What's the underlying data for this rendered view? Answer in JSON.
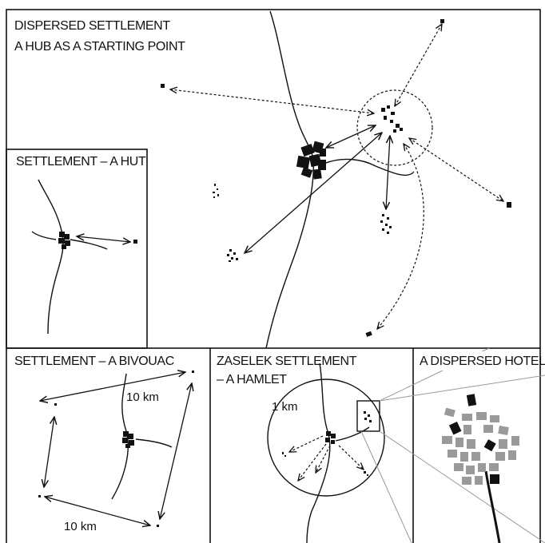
{
  "panels": {
    "main": {
      "title_line1": "DISPERSED SETTLEMENT",
      "title_line2": "A HUB AS A STARTING POINT"
    },
    "hut": {
      "title": "SETTLEMENT – A HUT"
    },
    "bivouac": {
      "title": "SETTLEMENT – A BIVOUAC",
      "distance_top": "10 km",
      "distance_bottom": "10 km"
    },
    "hamlet": {
      "title_line1": "ZASELEK SETTLEMENT",
      "title_line2": "– A HAMLET",
      "radius_label": "1 km"
    },
    "hotel": {
      "title": "A DISPERSED HOTEL"
    }
  },
  "colors": {
    "ink": "#111111",
    "accent_gray": "#9a9a9a",
    "background": "#ffffff"
  }
}
